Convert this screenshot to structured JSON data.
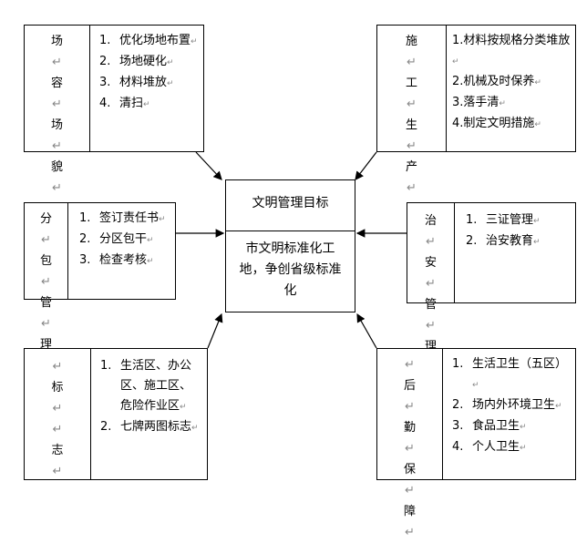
{
  "center": {
    "title": "文明管理目标",
    "body": "市文明标准化工地，争创省级标准化"
  },
  "boxes": {
    "tl": {
      "label": [
        "场",
        "容",
        "场",
        "貌"
      ],
      "items": [
        [
          "1.",
          "优化场地布置"
        ],
        [
          "2.",
          "场地硬化"
        ],
        [
          "3.",
          "材料堆放"
        ],
        [
          "4.",
          "清扫"
        ]
      ]
    },
    "tr": {
      "label": [
        "施",
        "工",
        "生",
        "产"
      ],
      "items": [
        "1.材料按规格分类堆放",
        "2.机械及时保养",
        "3.落手清",
        "4.制定文明措施"
      ]
    },
    "ml": {
      "label": [
        "分",
        "包",
        "管",
        "理"
      ],
      "items": [
        [
          "1.",
          "签订责任书"
        ],
        [
          "2.",
          "分区包干"
        ],
        [
          "3.",
          "检查考核"
        ]
      ]
    },
    "mr": {
      "label": [
        "治",
        "安",
        "管",
        "理"
      ],
      "items": [
        [
          "1.",
          "三证管理"
        ],
        [
          "2.",
          "治安教育"
        ]
      ]
    },
    "bl": {
      "label": [
        "",
        "标",
        "",
        "志"
      ],
      "items": [
        [
          "1.",
          "生活区、办公区、施工区、危险作业区"
        ],
        [
          "2.",
          "七牌两图标志"
        ]
      ]
    },
    "br": {
      "label": [
        "",
        "后",
        "勤",
        "保",
        "障"
      ],
      "items": [
        [
          "1.",
          "生活卫生（五区）"
        ],
        [
          "2.",
          "场内外环境卫生"
        ],
        [
          "3.",
          "食品卫生"
        ],
        [
          "4.",
          "个人卫生"
        ]
      ]
    }
  },
  "para_mark": "↵"
}
